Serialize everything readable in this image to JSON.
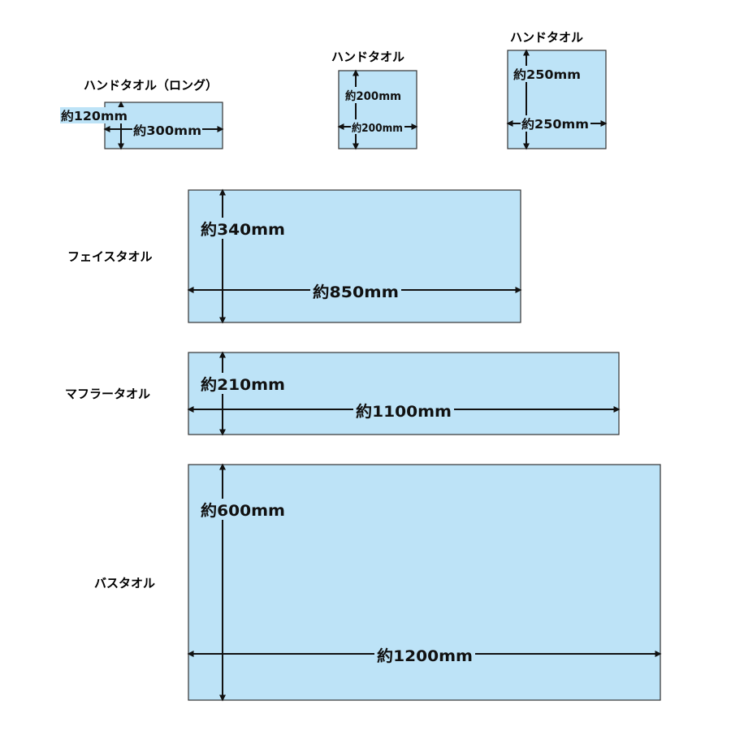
{
  "towels": [
    {
      "id": "hand-long",
      "name": "ハンドタオル（ロング）",
      "height_label": "約120mm",
      "width_label": "約300mm"
    },
    {
      "id": "hand-200",
      "name": "ハンドタオル",
      "height_label": "約200mm",
      "width_label": "約200mm"
    },
    {
      "id": "hand-250",
      "name": "ハンドタオル",
      "height_label": "約250mm",
      "width_label": "約250mm"
    },
    {
      "id": "face",
      "name": "フェイスタオル",
      "height_label": "約340mm",
      "width_label": "約850mm"
    },
    {
      "id": "muffler",
      "name": "マフラータオル",
      "height_label": "約210mm",
      "width_label": "約1100mm"
    },
    {
      "id": "bath",
      "name": "バスタオル",
      "height_label": "約600mm",
      "width_label": "約1200mm"
    }
  ],
  "colors": {
    "towel_fill": "#bde3f7",
    "arrow": "#111111"
  }
}
